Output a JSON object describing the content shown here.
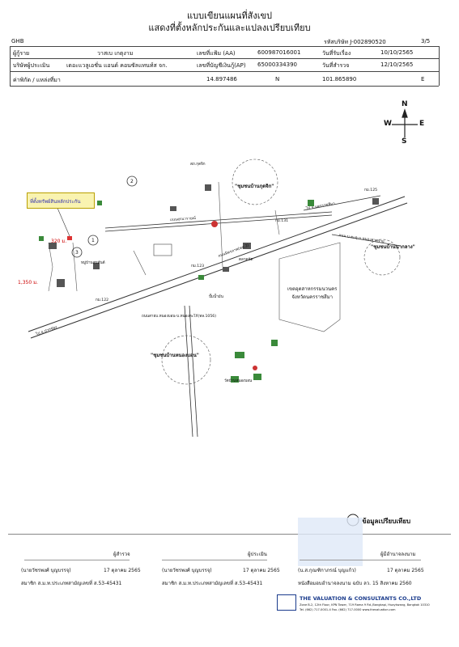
{
  "header": {
    "title_line1": "แบบเขียนแผนที่สังเขป",
    "title_line2": "แสดงที่ตั้งหลักประกันและแปลงเปรียบเทียบ",
    "bank_code": "GHB",
    "asset_code_label": "รหัสบริษัท J-002890520",
    "page": "3/5"
  },
  "info_rows": [
    {
      "l1": "ผู้กู้ราย",
      "v1": "วาสเบ เกตุงาม",
      "l2": "เลขที่แฟ้ม (AA)",
      "v2": "600987016001",
      "l3": "วันที่รับเรื่อง",
      "v3": "10/10/2565"
    },
    {
      "l1": "บริษัทผู้ประเมิน",
      "v1": "เดอะแวลูเอชั่น แอนด์ คอนซัลแทนท์ส จก.",
      "l2": "เลขที่บัญชีเงินกู้(AP)",
      "v2": "65000334390",
      "l3": "วันที่สำรวจ",
      "v3": "12/10/2565"
    }
  ],
  "coords": {
    "label": "ค่าพิกัด / แหล่งที่มา",
    "lat": "14.897486",
    "lat_dir": "N",
    "lon": "101.865890",
    "lon_dir": "E"
  },
  "compass": {
    "n": "N",
    "s": "S",
    "e": "E",
    "w": "W"
  },
  "map": {
    "callout": "ที่ตั้งทรัพย์สินหลักประกัน",
    "roads": {
      "main_diag": "ถนนมิตรภาพ(ทล.2)",
      "upper": "ถนนสุรนารายณ์",
      "to_nakhon": "ไป จ.นครราชสีมา",
      "to_bangkok": "ไป อ.ปากช่อง",
      "lower_road": "ถนนสายบ.หนองบอน-บ.หนองตะโก้(ทล.1056)",
      "east_road": "ถนน บ.ตะคุ-บ.หนองสาหร่าย"
    },
    "labels": {
      "chumchon_kutjik": "\"ชุมชนบ้านกุดจิก\"",
      "chumchon_nonglong": "\"ชุมชนบ้านหนองบอน\"",
      "chumchon_naklang": "\"ชุมชนบ้านนากลาง\"",
      "nikhom": "เขตอุตสาหกรรมนวนคร\nจังหวัดนครราชสีมา",
      "dist_320": "320 ม.",
      "dist_1350": "1,350 ม.",
      "n1": "1",
      "n2": "2",
      "n3": "3",
      "school": "สภ.กุดจิก",
      "wat": "วัดบ้านหนองบอน",
      "market": "ตลาดนัด",
      "village1": "หมู่บ้านสุขสันต์",
      "gas": "ปั๊มน้ำมัน",
      "km131": "กม.131",
      "km123": "กม.123",
      "km122": "กม.122",
      "km125": "กม.125"
    }
  },
  "legend": {
    "label": "ข้อมูลเปรียบเทียบ"
  },
  "signatures": [
    {
      "role": "ผู้สำรวจ",
      "name": "(นายวัชรพงศ์ บุญบรรจุ)",
      "date": "17 ตุลาคม 2565",
      "member": "สมาชิก ส.ม.ท.ประเภทสามัญเลขที่ ส.53-45431"
    },
    {
      "role": "ผู้ประเมิน",
      "name": "(นายวัชรพงศ์ บุญบรรจุ)",
      "date": "17 ตุลาคม 2565",
      "member": "สมาชิก ส.ม.ท.ประเภทสามัญเลขที่ ส.53-45431"
    },
    {
      "role": "ผู้มีอำนาจลงนาม",
      "name": "(น.ส.กุณฑิกาภรณ์ บุญแก้ว)",
      "date": "17 ตุลาคม 2565",
      "member": "หนังสือมอบอำนาจลงนาม ฉบับ ลว. 15 สิงหาคม 2560"
    }
  ],
  "company": {
    "name": "THE VALUATION & CONSULTANTS CO.,LTD",
    "address": "Zone B-2, 12th Floor, KPN Tower, 719 Rama 9 Rd.,Bangkapi, Huaykwang, Bangkok 10310",
    "contact": "Tel. (662) 717-0001-4 Fax. (662) 717-0000 www.thevaluation.com"
  }
}
